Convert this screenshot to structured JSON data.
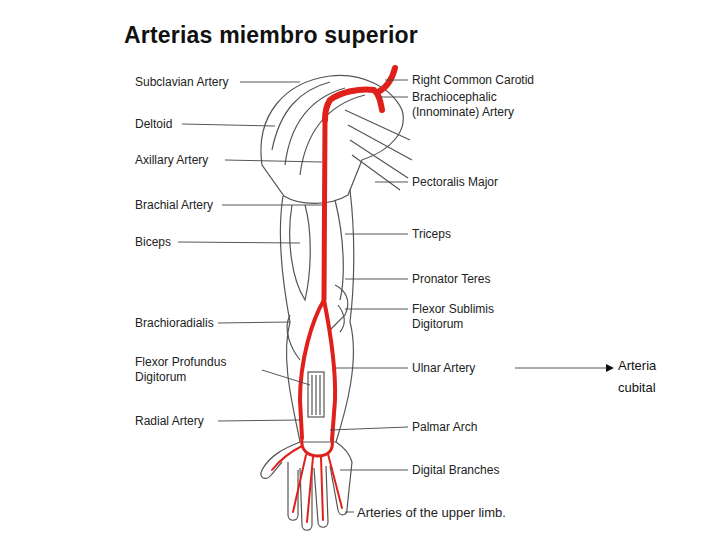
{
  "diagram": {
    "title": "Arterias miembro superior",
    "caption": "Arteries of the upper limb.",
    "labels": [
      "Subclavian Artery",
      "Right Common Carotid",
      "Brachiocephalic (Innominate) Artery",
      "Deltoid",
      "Axillary Artery",
      "Pectoralis Major",
      "Brachial Artery",
      "Triceps",
      "Biceps",
      "Pronator Teres",
      "Flexor Sublimis Digitorum",
      "Brachioradialis",
      "Flexor Profundus Digitorum",
      "Ulnar Artery",
      "Arteria cubital",
      "Radial Artery",
      "Palmar Arch",
      "Digital Branches"
    ]
  }
}
